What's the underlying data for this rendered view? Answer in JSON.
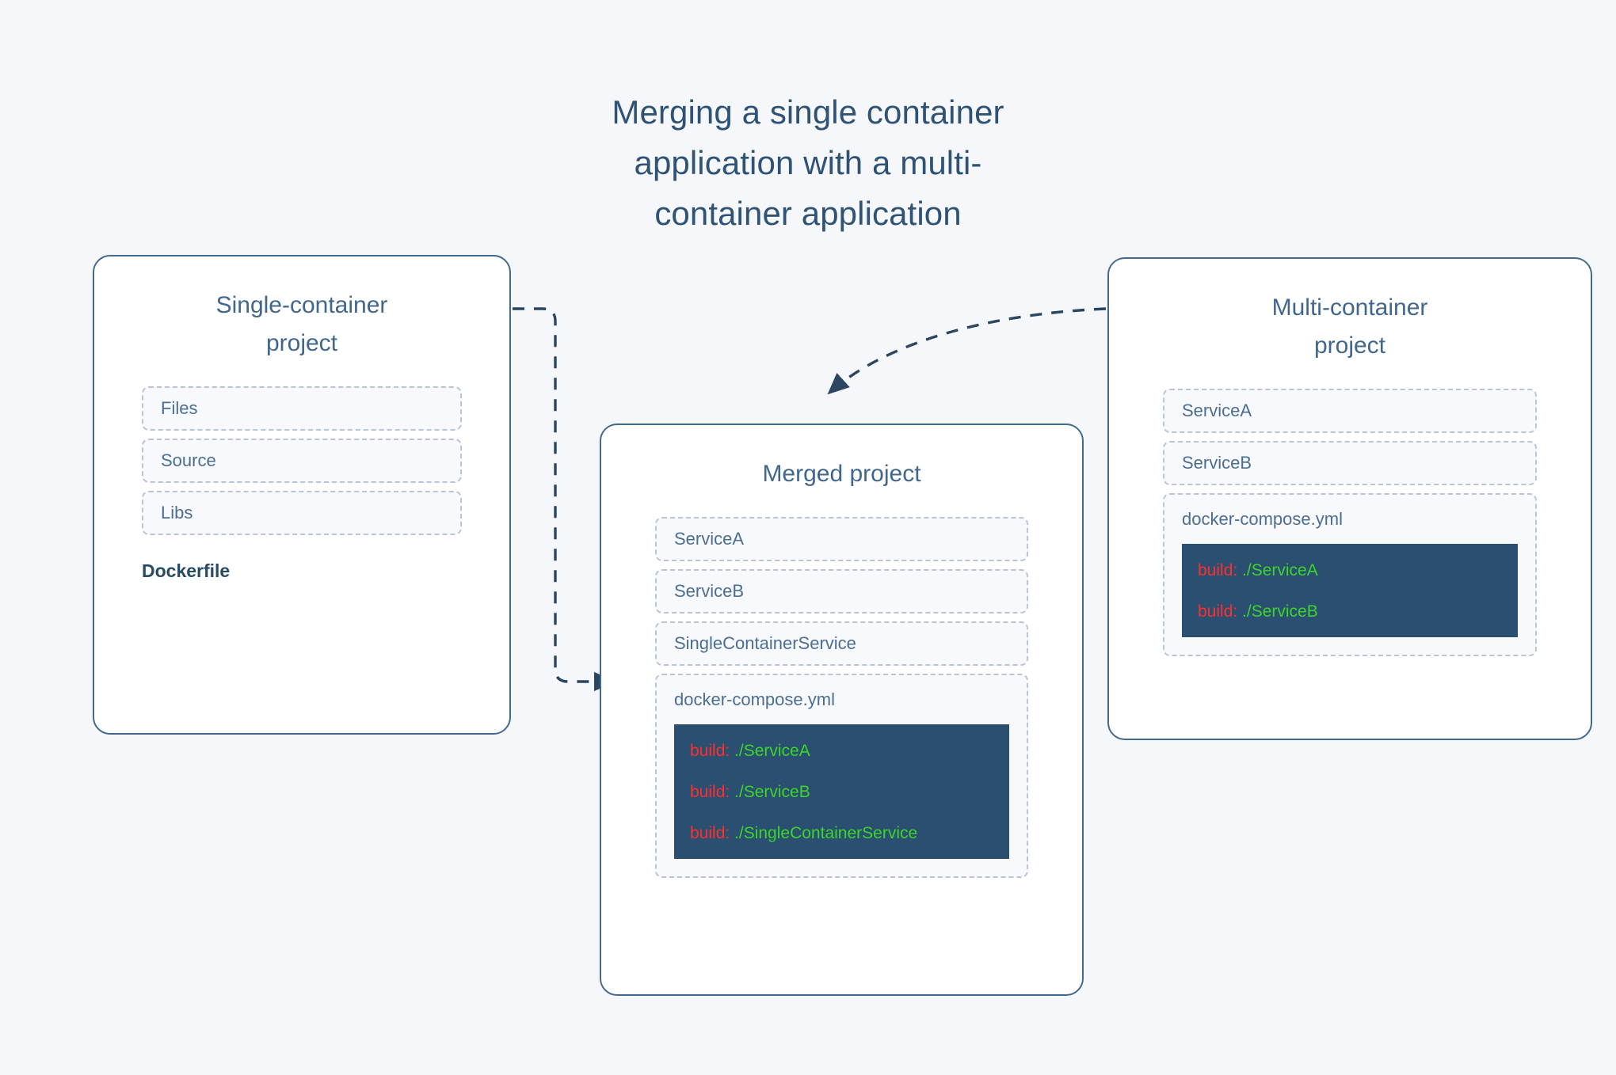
{
  "page": {
    "background_color": "#f6f7fb",
    "title": "Merging a single container\napplication with a multi-\ncontainer application"
  },
  "theme": {
    "panel_border": "#44698f",
    "panel_background": "#ffffff",
    "title_color": "#2f5375",
    "panel_title_color": "#41678d",
    "item_text_color": "#4b6e92",
    "item_border_color": "#b9c5d6",
    "item_background": "#f7f9fc",
    "emphasis_text_color": "#284a64",
    "code_background": "#2b4f70",
    "code_key_color": "#ff2e2e",
    "code_value_color": "#3ad62b",
    "connector_color": "#2a4660"
  },
  "panels": {
    "single": {
      "title": "Single-container\nproject",
      "items": [
        {
          "label": "Files"
        },
        {
          "label": "Source"
        },
        {
          "label": "Libs"
        }
      ],
      "plain_entry": "Dockerfile"
    },
    "merged": {
      "title": "Merged project",
      "items": [
        {
          "label": "ServiceA"
        },
        {
          "label": "ServiceB"
        },
        {
          "label": "SingleContainerService"
        }
      ],
      "file": {
        "label": "docker-compose.yml",
        "code_lines": [
          {
            "key": "build:",
            "value": " ./ServiceA"
          },
          {
            "key": "build:",
            "value": " ./ServiceB"
          },
          {
            "key": "build:",
            "value": " ./SingleContainerService"
          }
        ]
      }
    },
    "multi": {
      "title": "Multi-container\nproject",
      "items": [
        {
          "label": "ServiceA"
        },
        {
          "label": "ServiceB"
        }
      ],
      "file": {
        "label": "docker-compose.yml",
        "code_lines": [
          {
            "key": "build:",
            "value": " ./ServiceA"
          },
          {
            "key": "build:",
            "value": " ./ServiceB"
          }
        ]
      }
    }
  },
  "connectors": [
    {
      "name": "single-to-merged",
      "style": "dashed-orthogonal",
      "from": "Single-container project",
      "to": "SingleContainerService"
    },
    {
      "name": "multi-to-merged",
      "style": "dashed-curve",
      "from": "Multi-container project",
      "to": "Merged project"
    }
  ]
}
